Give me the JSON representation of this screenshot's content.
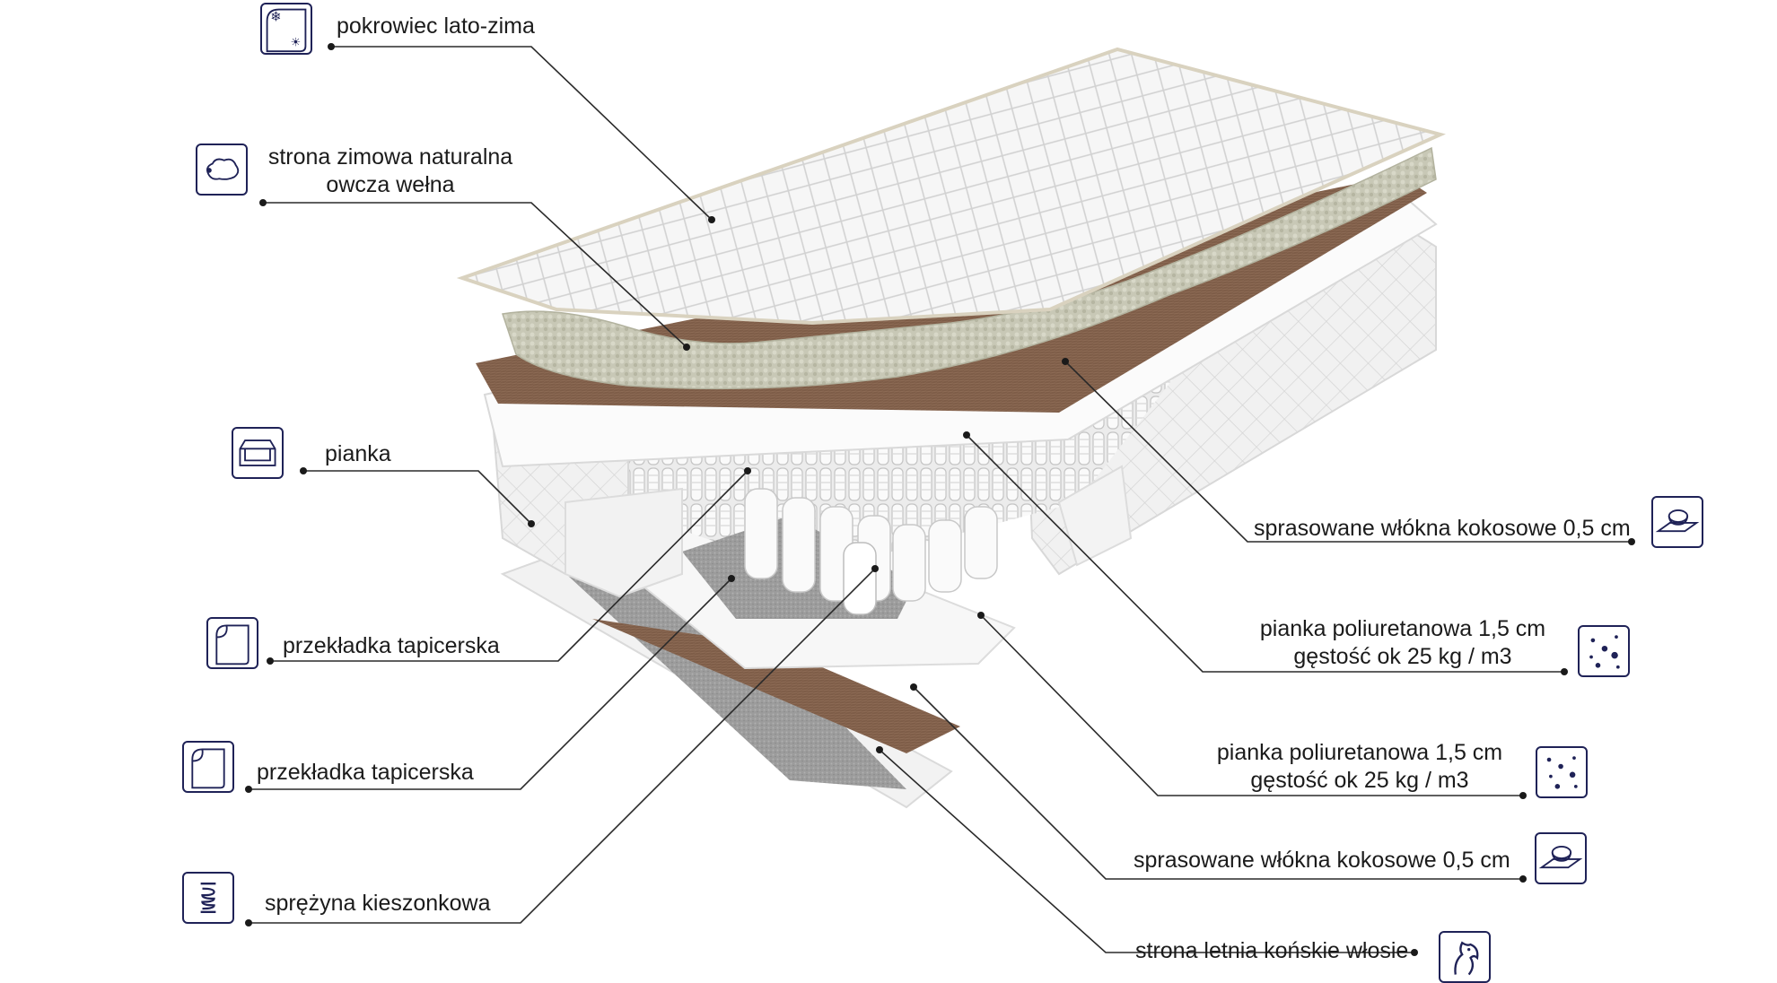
{
  "labels": {
    "cover": "pokrowiec lato-zima",
    "wool_line1": "strona zimowa naturalna",
    "wool_line2": "owcza wełna",
    "foam": "pianka",
    "pad1": "przekładka tapicerska",
    "pad2": "przekładka tapicerska",
    "spring": "sprężyna kieszonkowa",
    "coconut_top": "sprasowane włókna kokosowe 0,5 cm",
    "pu_top_line1": "pianka  poliuretanowa 1,5 cm",
    "pu_top_line2": "gęstość ok 25 kg / m3",
    "pu_bottom_line1": "pianka  poliuretanowa 1,5 cm",
    "pu_bottom_line2": "gęstość ok 25 kg / m3",
    "coconut_bottom": "sprasowane włókna kokosowe 0,5 cm",
    "horsehair": "strona letnia końskie włosie"
  },
  "icons": {
    "cover": "snowflake-sun-cover-icon",
    "wool": "sheep-icon",
    "foam": "foam-block-icon",
    "pad1": "folded-sheet-icon",
    "pad2": "folded-sheet-icon",
    "spring": "coil-spring-icon",
    "coconut": "coconut-icon",
    "pu_foam": "foam-density-icon",
    "horsehair": "horse-icon"
  },
  "colors": {
    "icon_stroke": "#1f2257",
    "leader_line": "#2a2a2a",
    "coconut_fiber": "#7a5a45",
    "wool": "#c9c9b8",
    "felt": "#9a9a9a",
    "quilt": "#f4f4f4"
  }
}
